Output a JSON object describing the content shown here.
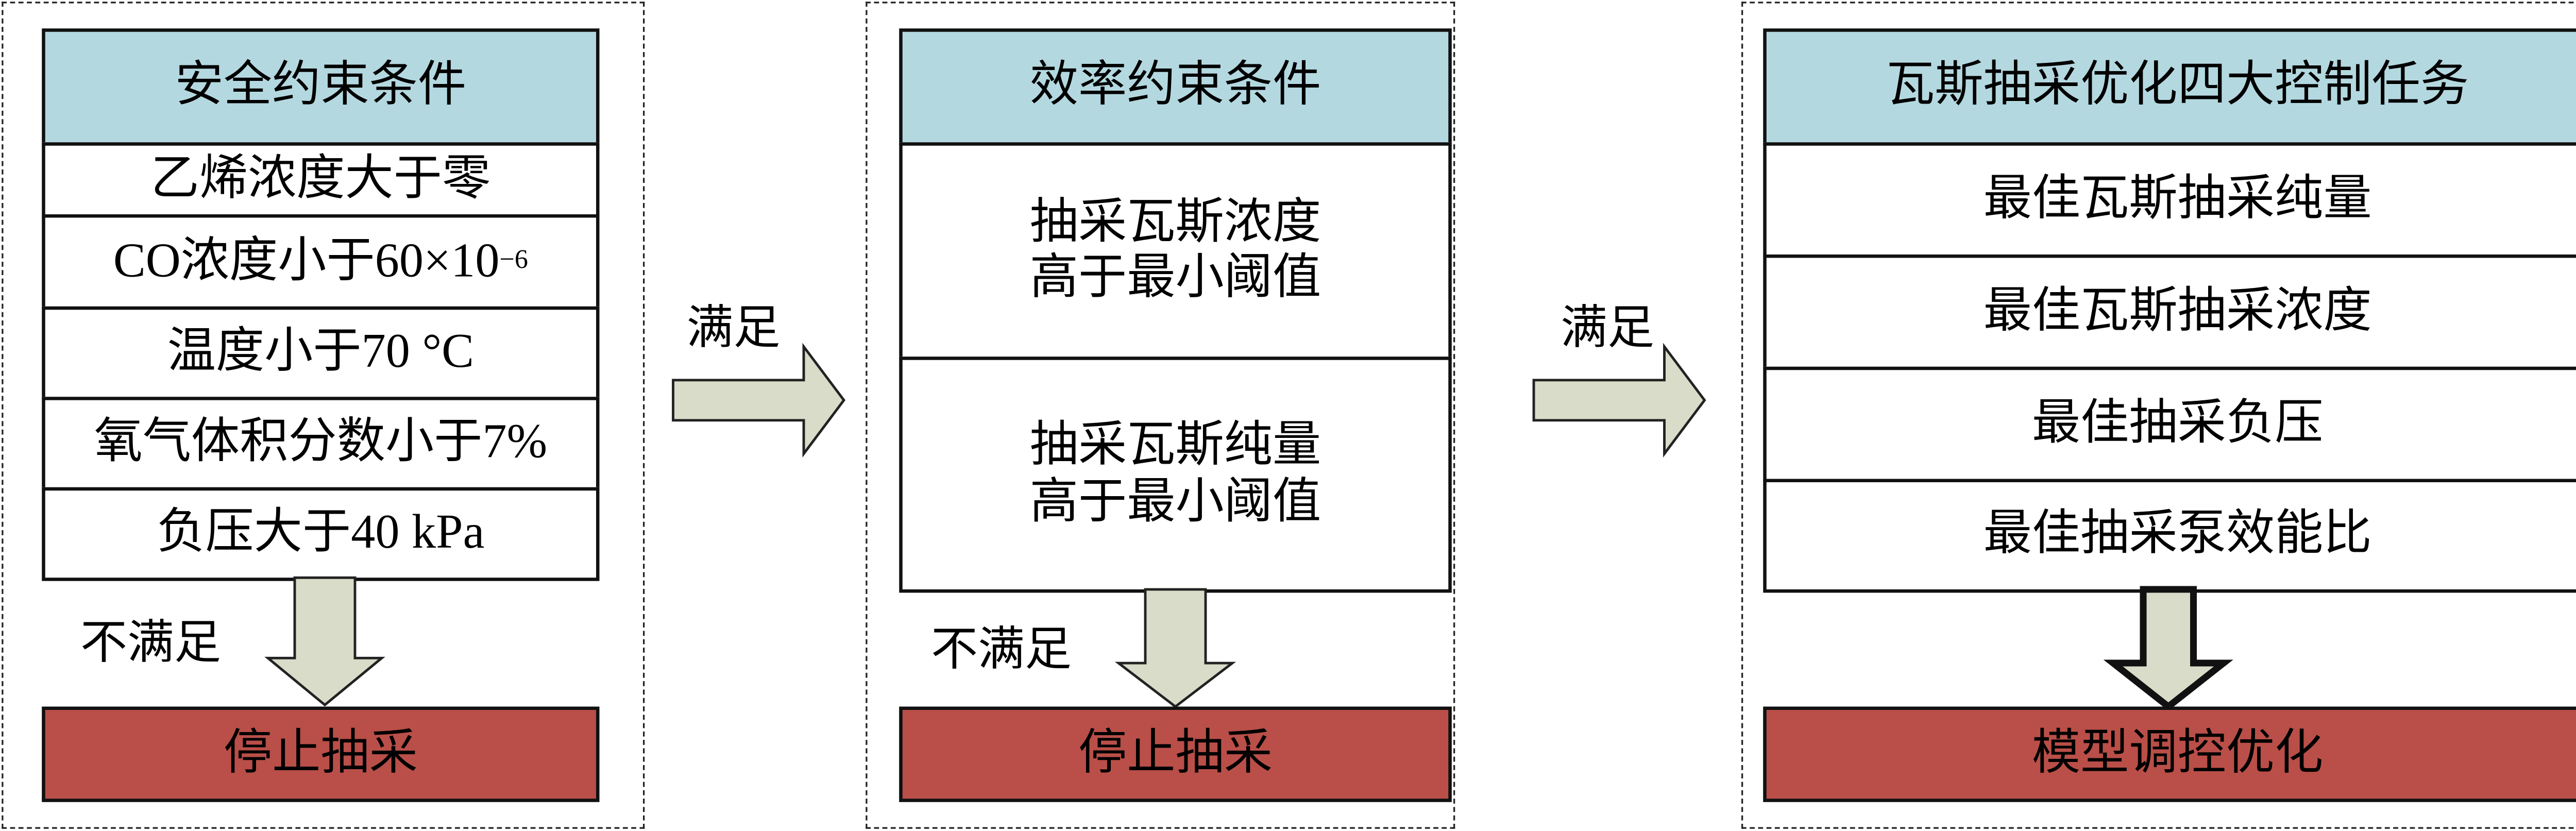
{
  "colors": {
    "header": "#b4d8e0",
    "stop": "#b94f48",
    "arrow": "#d8dcc8"
  },
  "safety": {
    "title": "安全约束条件",
    "items": [
      "乙烯浓度大于零",
      "CO浓度小于60×10",
      "温度小于70 °C",
      "氧气体积分数小于7%",
      "负压大于40 kPa"
    ],
    "co_exponent": "−6",
    "fail_label": "不满足",
    "stop": "停止抽采"
  },
  "pass_label_1": "满足",
  "efficiency": {
    "title": "效率约束条件",
    "items": [
      "抽采瓦斯浓度\n高于最小阈值",
      "抽采瓦斯纯量\n高于最小阈值"
    ],
    "fail_label": "不满足",
    "stop": "停止抽采"
  },
  "pass_label_2": "满足",
  "tasks": {
    "title": "瓦斯抽采优化四大控制任务",
    "items": [
      "最佳瓦斯抽采纯量",
      "最佳瓦斯抽采浓度",
      "最佳抽采负压",
      "最佳抽采泵效能比"
    ],
    "result": "模型调控优化"
  }
}
